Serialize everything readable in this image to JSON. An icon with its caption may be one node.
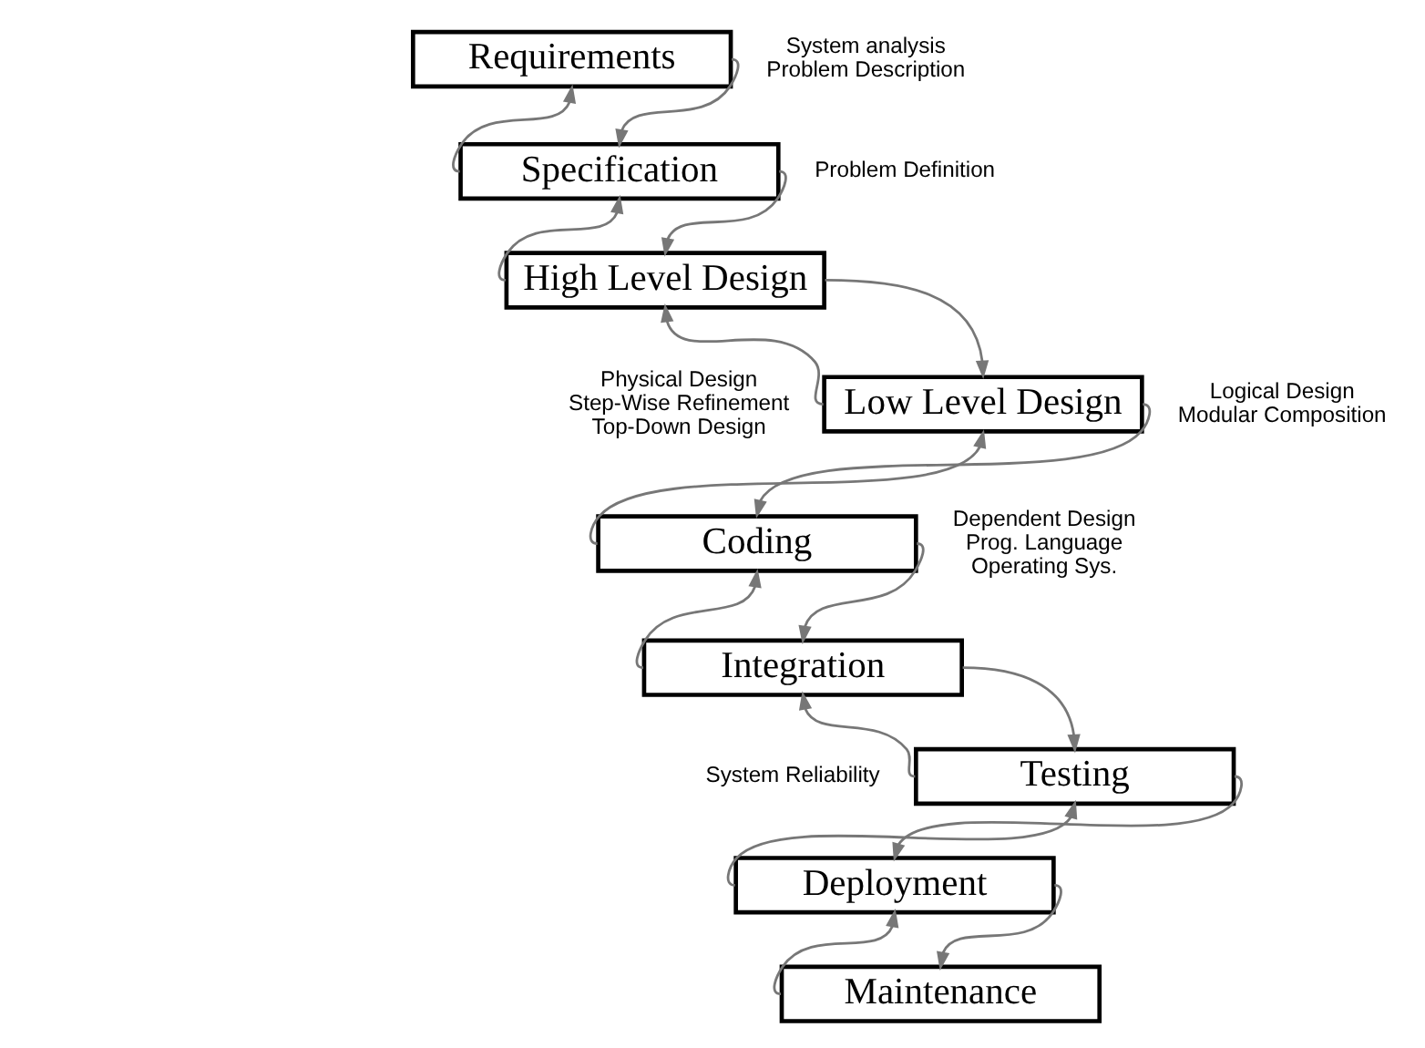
{
  "diagram": {
    "nodes": [
      {
        "text": [
          "Requirements"
        ]
      },
      {
        "text": [
          "Specification"
        ]
      },
      {
        "text": [
          "High Level Design"
        ]
      },
      {
        "text": [
          "Low Level Design"
        ]
      },
      {
        "text": [
          "Coding"
        ]
      },
      {
        "text": [
          "Integration"
        ]
      },
      {
        "text": [
          "Testing"
        ]
      },
      {
        "text": [
          "Deployment"
        ]
      },
      {
        "text": [
          "Maintenance"
        ]
      }
    ],
    "edges": [
      {
        "from": 0,
        "to": 1,
        "arrow": "to"
      },
      {
        "from": 1,
        "to": 0,
        "arrow": "to"
      },
      {
        "from": 1,
        "to": 2,
        "arrow": "to"
      },
      {
        "from": 2,
        "to": 1,
        "arrow": "to"
      },
      {
        "from": 2,
        "to": 3,
        "arrow": "to"
      },
      {
        "from": 3,
        "to": 2,
        "arrow": "to"
      },
      {
        "from": 3,
        "to": 4,
        "arrow": "to"
      },
      {
        "from": 4,
        "to": 3,
        "arrow": "to"
      },
      {
        "from": 4,
        "to": 5,
        "arrow": "to"
      },
      {
        "from": 5,
        "to": 4,
        "arrow": "to"
      },
      {
        "from": 5,
        "to": 6,
        "arrow": "to"
      },
      {
        "from": 6,
        "to": 5,
        "arrow": "to"
      },
      {
        "from": 6,
        "to": 7,
        "arrow": "to"
      },
      {
        "from": 7,
        "to": 6,
        "arrow": "to"
      },
      {
        "from": 7,
        "to": 8,
        "arrow": "to"
      },
      {
        "from": 8,
        "to": 7,
        "arrow": "to"
      }
    ],
    "labels": [
      "System analysis",
      "Problem Description",
      "Problem Definition",
      "Logical Design",
      "Modular Composition",
      "Physical Design",
      "Step-Wise Refinement",
      "Top-Down Design",
      "Dependent Design",
      "Prog. Language",
      "Operating Sys.",
      "System Reliability"
    ]
  }
}
